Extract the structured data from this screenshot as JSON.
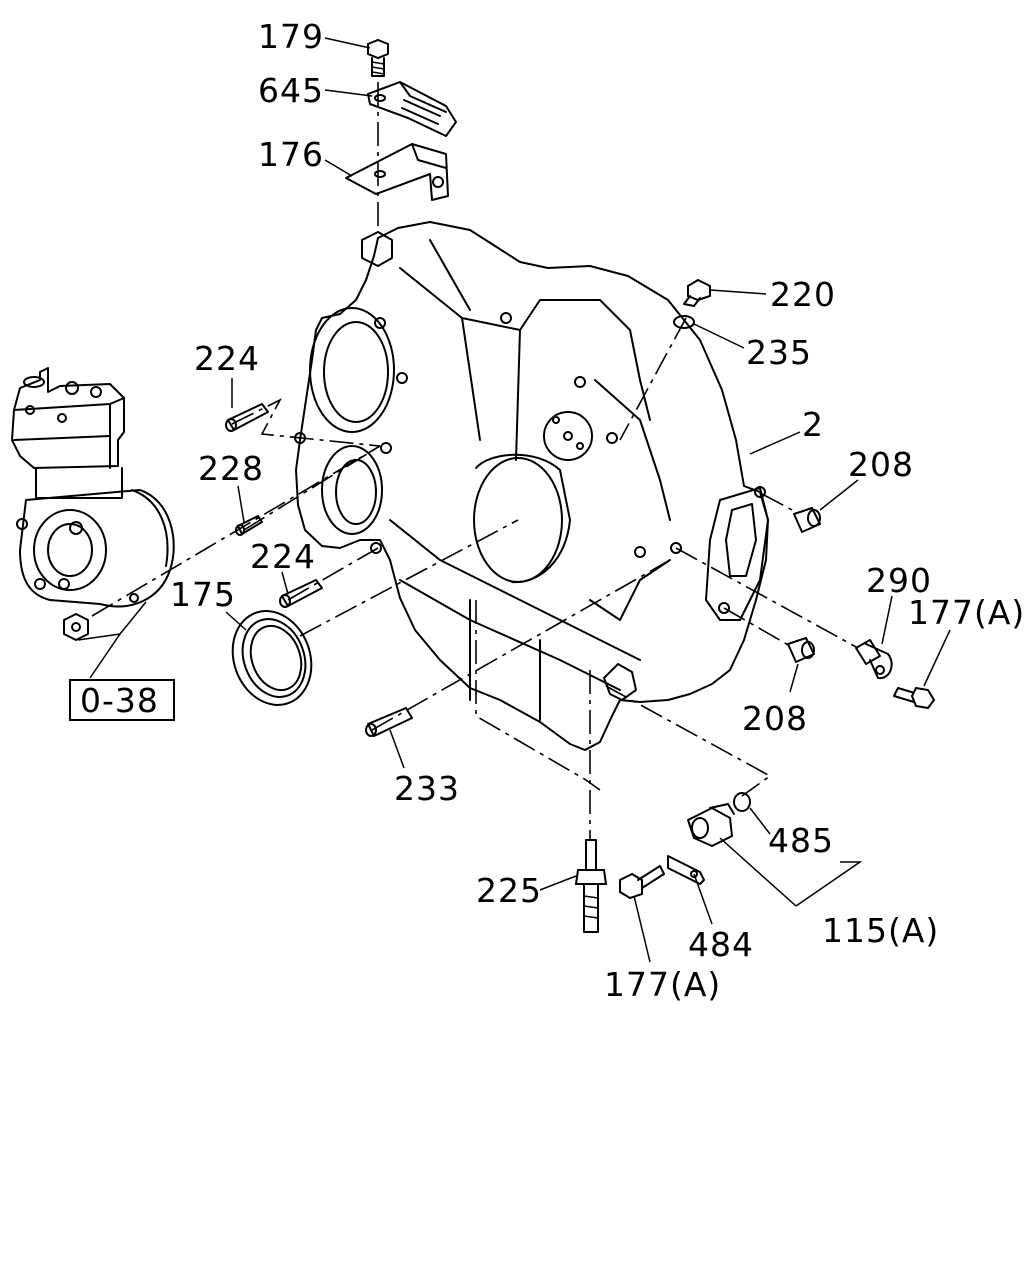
{
  "diagram": {
    "callouts": [
      {
        "id": "179",
        "label": "179"
      },
      {
        "id": "645",
        "label": "645"
      },
      {
        "id": "176",
        "label": "176"
      },
      {
        "id": "220",
        "label": "220"
      },
      {
        "id": "235",
        "label": "235"
      },
      {
        "id": "224a",
        "label": "224"
      },
      {
        "id": "2",
        "label": "2"
      },
      {
        "id": "208a",
        "label": "208"
      },
      {
        "id": "228",
        "label": "228"
      },
      {
        "id": "224b",
        "label": "224"
      },
      {
        "id": "290",
        "label": "290"
      },
      {
        "id": "175",
        "label": "175"
      },
      {
        "id": "177a",
        "label": "177(A)"
      },
      {
        "id": "208b",
        "label": "208"
      },
      {
        "id": "233",
        "label": "233"
      },
      {
        "id": "485",
        "label": "485"
      },
      {
        "id": "225",
        "label": "225"
      },
      {
        "id": "484",
        "label": "484"
      },
      {
        "id": "115a",
        "label": "115(A)"
      },
      {
        "id": "177b",
        "label": "177(A)"
      }
    ],
    "reference_box": {
      "label": "0-38"
    }
  }
}
